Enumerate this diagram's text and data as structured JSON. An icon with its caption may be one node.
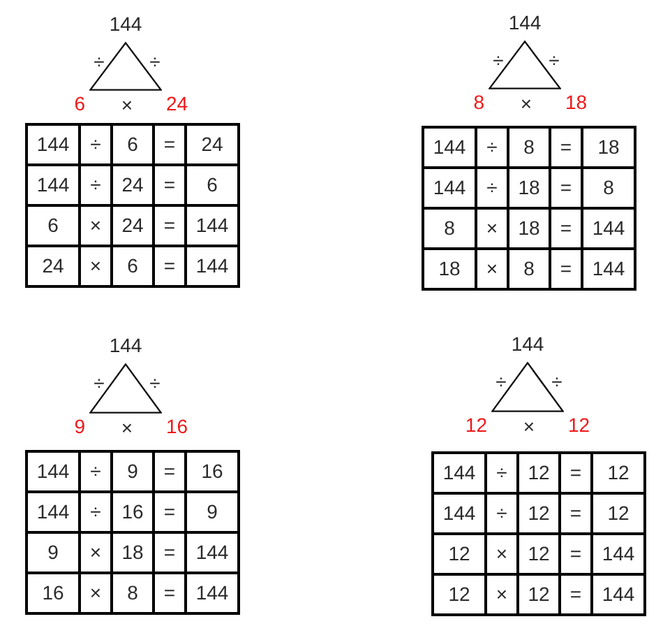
{
  "diagram": {
    "nodes": [
      {
        "text": [],
        "shape": "triangle",
        "beside": [
          "144",
          "÷",
          "÷",
          "6",
          "×",
          "24"
        ]
      },
      {
        "text": [],
        "shape": "triangle",
        "beside": [
          "144",
          "÷",
          "÷",
          "8",
          "×",
          "18"
        ]
      },
      {
        "text": [],
        "shape": "triangle",
        "beside": [
          "144",
          "÷",
          "÷",
          "9",
          "×",
          "16"
        ]
      },
      {
        "text": [],
        "shape": "triangle",
        "beside": [
          "144",
          "÷",
          "÷",
          "12",
          "×",
          "12"
        ]
      }
    ],
    "labels": [
      "144",
      "÷",
      "6",
      "=",
      "24",
      "144",
      "÷",
      "24",
      "=",
      "6",
      "6",
      "×",
      "24",
      "=",
      "144",
      "24",
      "×",
      "6",
      "=",
      "144",
      "144",
      "÷",
      "8",
      "=",
      "18",
      "144",
      "÷",
      "18",
      "=",
      "8",
      "8",
      "×",
      "18",
      "=",
      "144",
      "18",
      "×",
      "8",
      "=",
      "144",
      "144",
      "÷",
      "9",
      "=",
      "16",
      "144",
      "÷",
      "16",
      "=",
      "9",
      "9",
      "×",
      "18",
      "=",
      "144",
      "16",
      "×",
      "8",
      "=",
      "144",
      "144",
      "÷",
      "12",
      "=",
      "12",
      "144",
      "÷",
      "12",
      "=",
      "12",
      "12",
      "×",
      "12",
      "=",
      "144",
      "12",
      "×",
      "12",
      "=",
      "144"
    ]
  }
}
